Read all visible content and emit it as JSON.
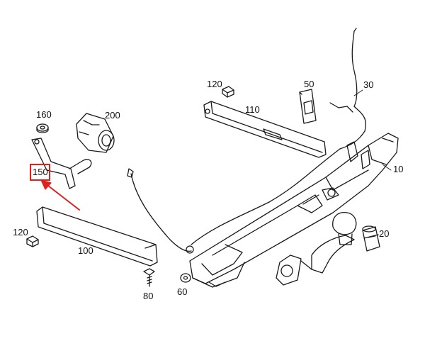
{
  "diagram": {
    "highlight_color": "#e0201d",
    "line_color": "#1a1a1a",
    "labels": {
      "p10": "10",
      "p20": "20",
      "p30": "30",
      "p50": "50",
      "p60": "60",
      "p80": "80",
      "p100": "100",
      "p110": "110",
      "p120_top": "120",
      "p120_left": "120",
      "p150": "150",
      "p160": "160",
      "p200": "200"
    },
    "highlighted_part": "150"
  }
}
